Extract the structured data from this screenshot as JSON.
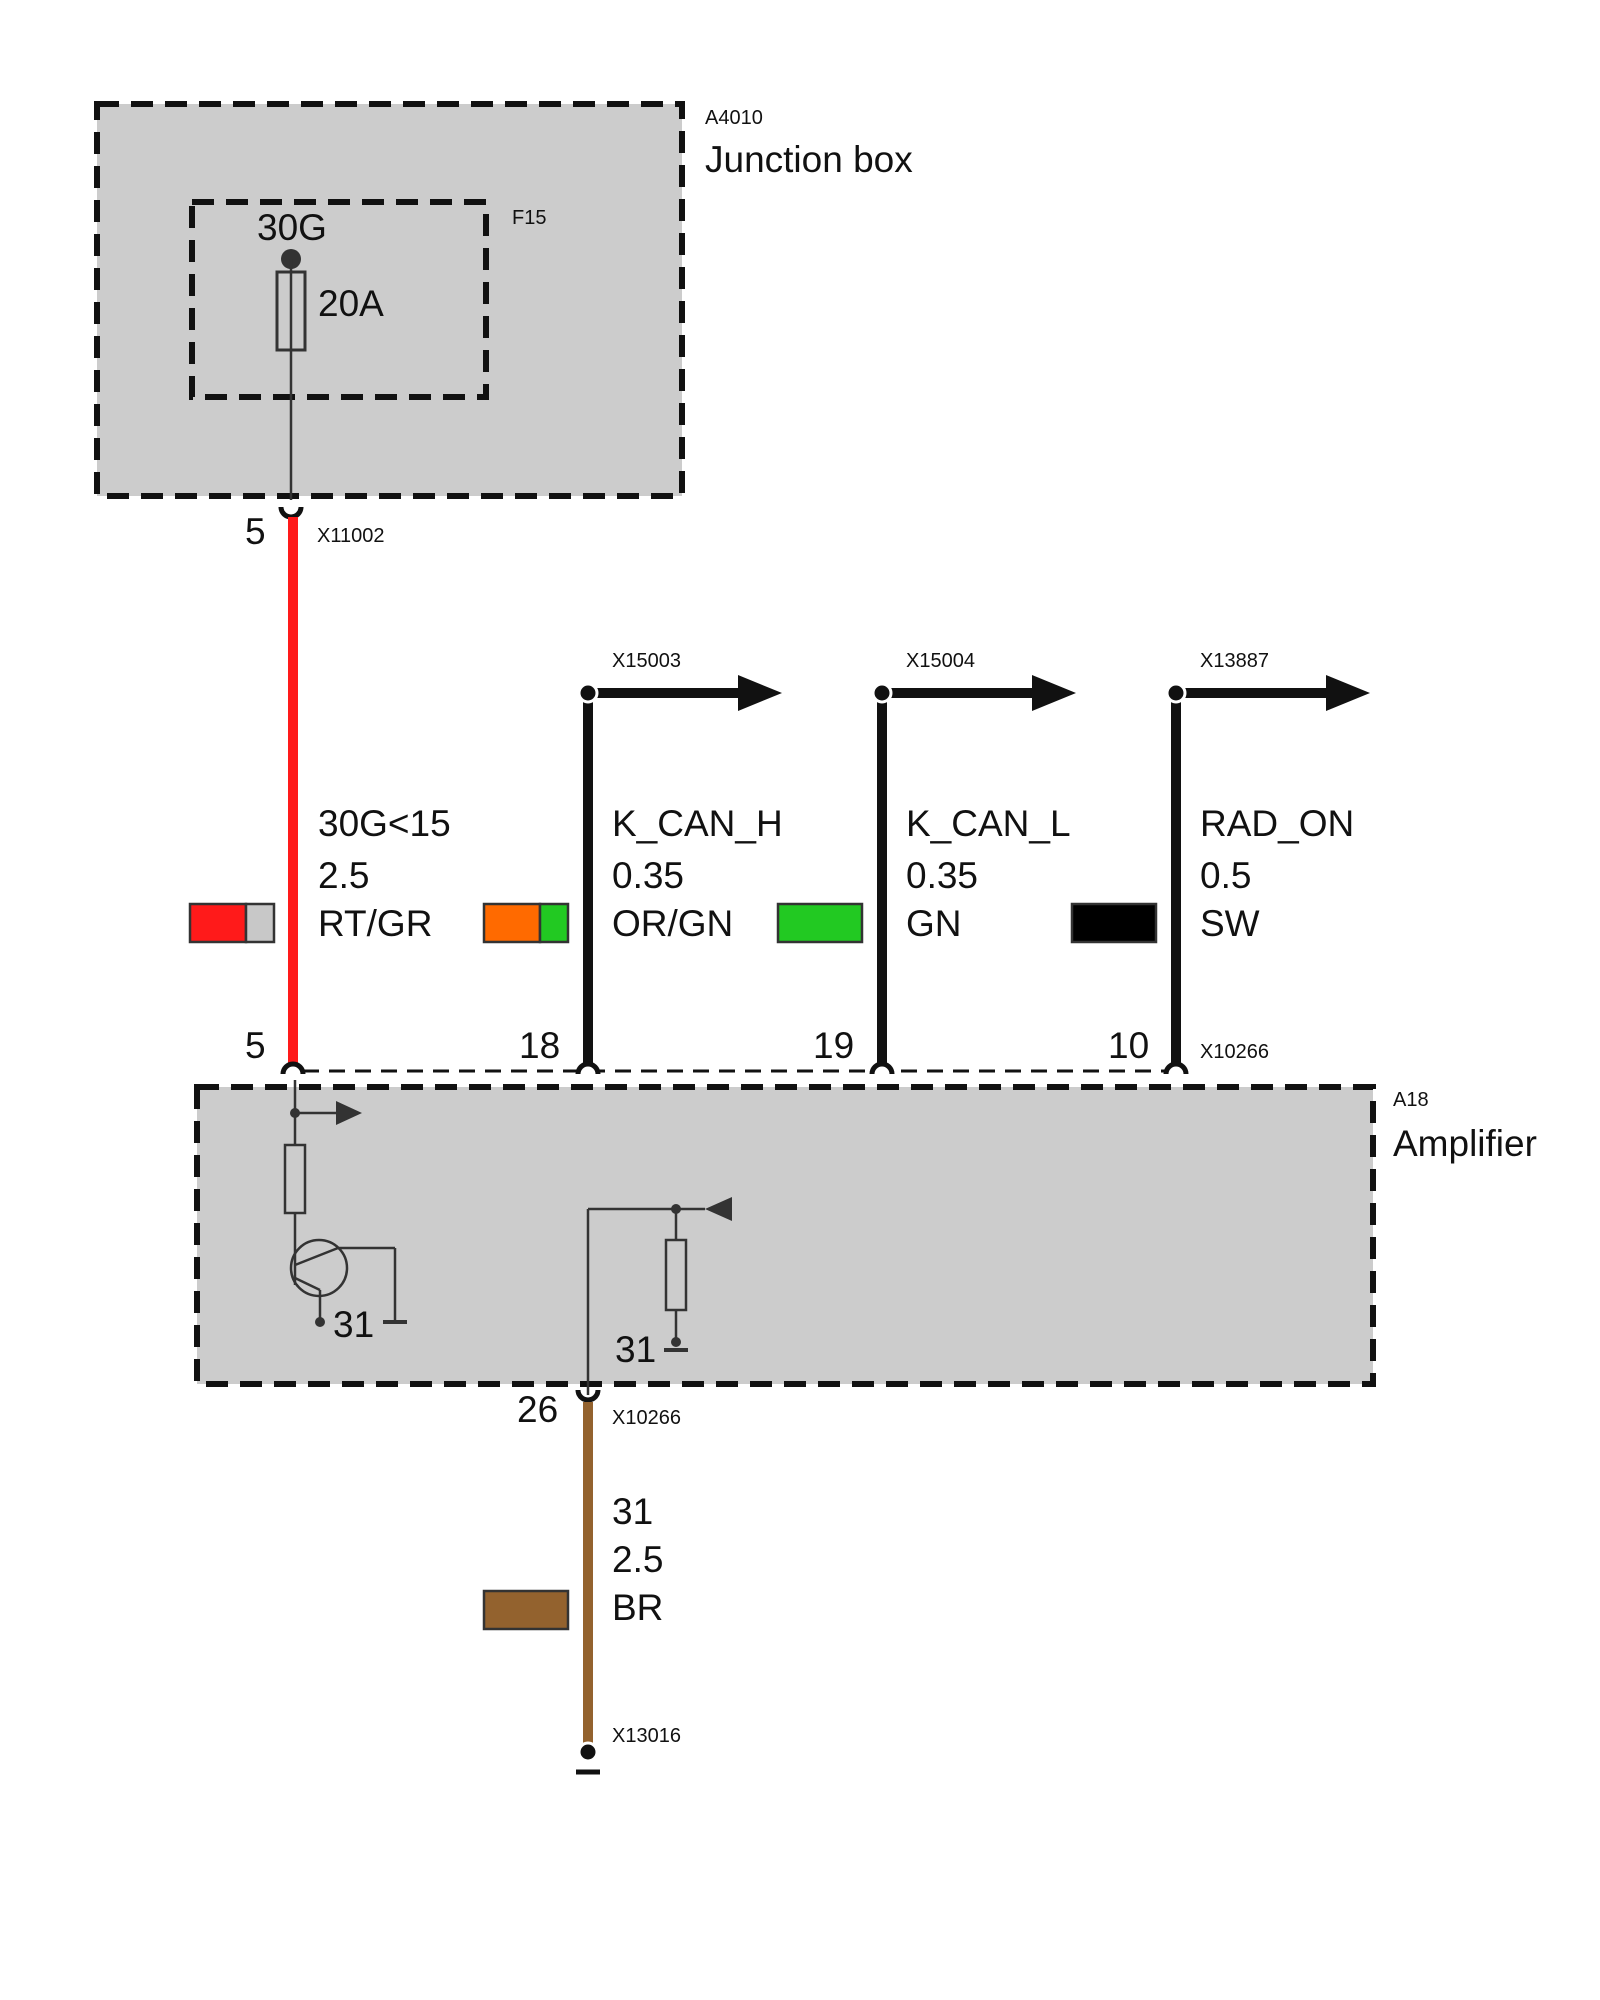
{
  "junction_box": {
    "id": "A4010",
    "name": "Junction box",
    "fuse": {
      "id": "F15",
      "terminal": "30G",
      "rating": "20A"
    },
    "connector": {
      "id": "X11002",
      "pin": "5"
    }
  },
  "amplifier": {
    "id": "A18",
    "name": "Amplifier",
    "connector_id": "X10266",
    "pins": [
      "5",
      "18",
      "19",
      "10"
    ],
    "ground_labels": [
      "31",
      "31"
    ],
    "bottom_connector": {
      "id": "X10266",
      "pin": "26"
    }
  },
  "wires": [
    {
      "signal": "30G<15",
      "gauge": "2.5",
      "color_code": "RT/GR",
      "colors": [
        "#ff1a1a",
        "#c8c8c8"
      ]
    },
    {
      "signal": "K_CAN_H",
      "gauge": "0.35",
      "color_code": "OR/GN",
      "colors": [
        "#ff6a00",
        "#22c922"
      ],
      "destination": "X15003"
    },
    {
      "signal": "K_CAN_L",
      "gauge": "0.35",
      "color_code": "GN",
      "colors": [
        "#22c922"
      ],
      "destination": "X15004"
    },
    {
      "signal": "RAD_ON",
      "gauge": "0.5",
      "color_code": "SW",
      "colors": [
        "#000000"
      ],
      "destination": "X13887"
    },
    {
      "signal": "31",
      "gauge": "2.5",
      "color_code": "BR",
      "colors": [
        "#93622e"
      ],
      "destination": "X13016"
    }
  ],
  "colors": {
    "red": "#ff1a1a",
    "brown": "#93622e",
    "box_fill": "#cccccc"
  }
}
